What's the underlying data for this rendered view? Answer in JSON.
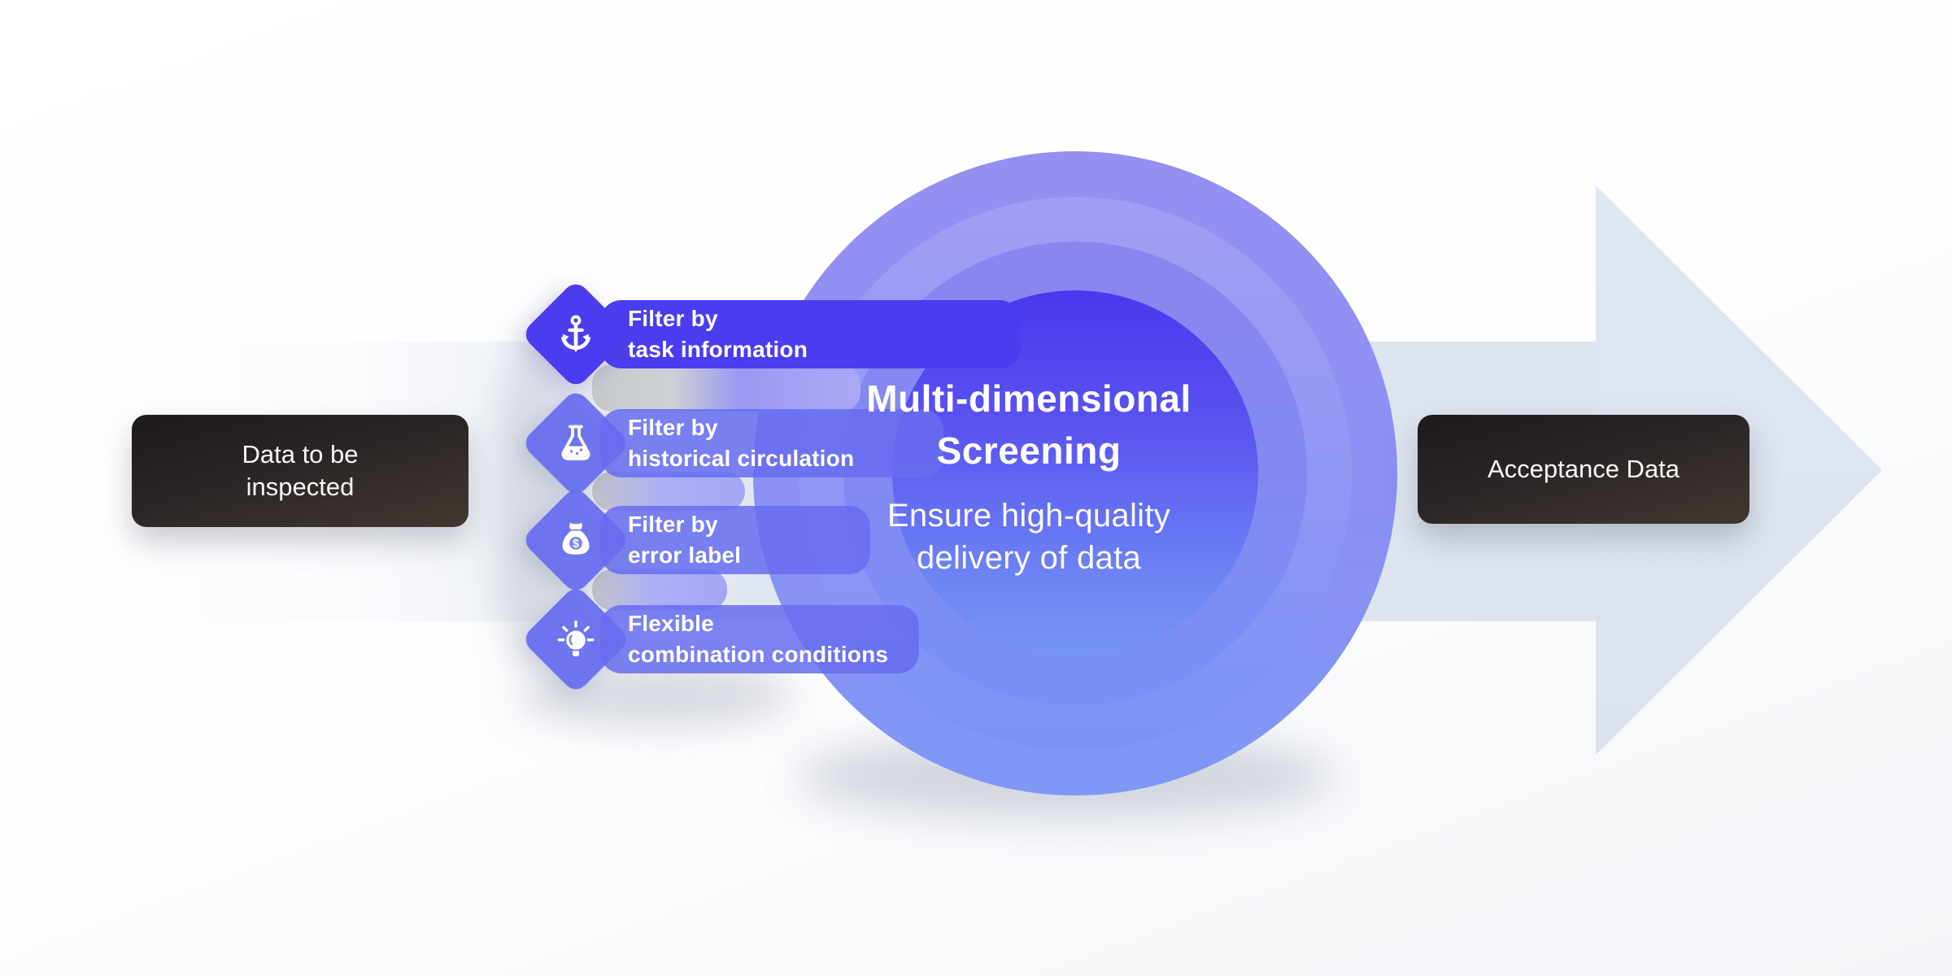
{
  "stages": {
    "input": {
      "line1": "Data to be",
      "line2": "inspected"
    },
    "output": {
      "label": "Acceptance Data"
    }
  },
  "screening": {
    "title_line1": "Multi-dimensional",
    "title_line2": "Screening",
    "subtitle_line1": "Ensure high-quality",
    "subtitle_line2": "delivery of data"
  },
  "filters": [
    {
      "icon": "anchor-icon",
      "line1": "Filter by",
      "line2": "task information"
    },
    {
      "icon": "flask-icon",
      "line1": "Filter by",
      "line2": "historical circulation"
    },
    {
      "icon": "money-bag-icon",
      "line1": "Filter by",
      "line2": "error label"
    },
    {
      "icon": "bulb-icon",
      "line1": "Flexible",
      "line2": "combination conditions"
    }
  ],
  "icons": {
    "money_glyph": "$"
  },
  "colors": {
    "accent_indigo": "#4c3cf0",
    "tag_light_blue": "#7c83f1",
    "core_gradient_top": "#4c38ee",
    "core_gradient_bottom": "#7795f7",
    "arrow_gray": "#dde4ef",
    "dark_box_top": "#1e1b1c",
    "dark_box_bottom": "#463b33",
    "text_white": "#ffffff"
  }
}
